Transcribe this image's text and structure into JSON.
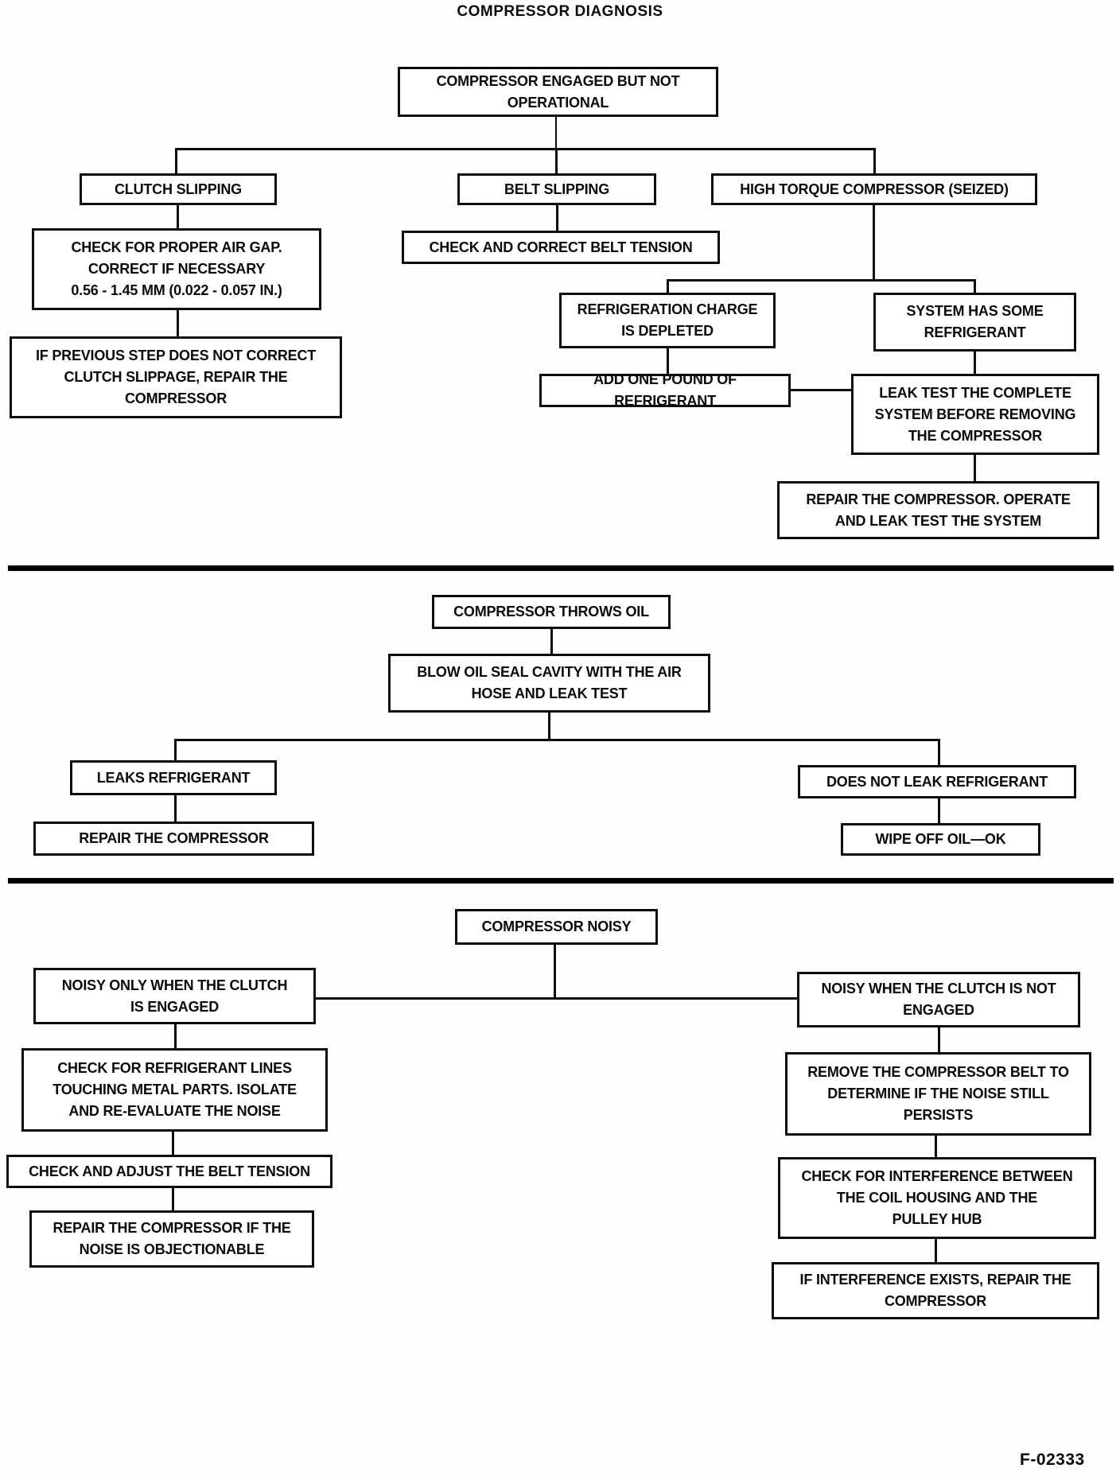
{
  "page_title": "COMPRESSOR DIAGNOSIS",
  "figure_label": "F-02333",
  "sections": [
    {
      "name": "compressor engaged but not operational",
      "nodes": {
        "engaged": "COMPRESSOR ENGAGED BUT NOT\nOPERATIONAL",
        "clutch_slipping": "CLUTCH SLIPPING",
        "check_air_gap": "CHECK FOR PROPER AIR GAP.\nCORRECT IF NECESSARY\n0.56 - 1.45 MM (0.022 - 0.057 IN.)",
        "if_previous_step": "IF PREVIOUS STEP DOES NOT CORRECT\nCLUTCH SLIPPAGE, REPAIR THE\nCOMPRESSOR",
        "belt_slipping": "BELT SLIPPING",
        "check_correct_belt_tension": "CHECK AND CORRECT BELT TENSION",
        "high_torque": "HIGH TORQUE COMPRESSOR (SEIZED)",
        "charge_depleted": "REFRIGERATION CHARGE\nIS DEPLETED",
        "add_one_pound": "ADD ONE POUND OF REFRIGERANT",
        "system_has_refrigerant": "SYSTEM HAS SOME\nREFRIGERANT",
        "leak_test_complete": "LEAK TEST THE COMPLETE\nSYSTEM BEFORE REMOVING\nTHE COMPRESSOR",
        "repair_operate_leak_test": "REPAIR THE COMPRESSOR. OPERATE\nAND LEAK TEST THE SYSTEM"
      },
      "edges": [
        [
          "engaged",
          "clutch_slipping"
        ],
        [
          "engaged",
          "belt_slipping"
        ],
        [
          "engaged",
          "high_torque"
        ],
        [
          "clutch_slipping",
          "check_air_gap"
        ],
        [
          "check_air_gap",
          "if_previous_step"
        ],
        [
          "belt_slipping",
          "check_correct_belt_tension"
        ],
        [
          "high_torque",
          "charge_depleted"
        ],
        [
          "high_torque",
          "system_has_refrigerant"
        ],
        [
          "charge_depleted",
          "add_one_pound"
        ],
        [
          "add_one_pound",
          "leak_test_complete"
        ],
        [
          "system_has_refrigerant",
          "leak_test_complete"
        ],
        [
          "leak_test_complete",
          "repair_operate_leak_test"
        ]
      ]
    },
    {
      "name": "compressor throws oil",
      "nodes": {
        "throws_oil": "COMPRESSOR THROWS OIL",
        "blow_oil_seal": "BLOW OIL SEAL CAVITY WITH THE AIR\nHOSE AND LEAK TEST",
        "leaks_refrigerant": "LEAKS REFRIGERANT",
        "repair_the_compressor": "REPAIR THE COMPRESSOR",
        "does_not_leak": "DOES NOT LEAK REFRIGERANT",
        "wipe_off_oil": "WIPE OFF OIL—OK"
      },
      "edges": [
        [
          "throws_oil",
          "blow_oil_seal"
        ],
        [
          "blow_oil_seal",
          "leaks_refrigerant"
        ],
        [
          "blow_oil_seal",
          "does_not_leak"
        ],
        [
          "leaks_refrigerant",
          "repair_the_compressor"
        ],
        [
          "does_not_leak",
          "wipe_off_oil"
        ]
      ]
    },
    {
      "name": "compressor noisy",
      "nodes": {
        "noisy": "COMPRESSOR NOISY",
        "noisy_clutch_engaged": "NOISY ONLY WHEN THE CLUTCH\nIS ENGAGED",
        "check_refrigerant_lines": "CHECK FOR REFRIGERANT LINES\nTOUCHING METAL PARTS. ISOLATE\nAND RE-EVALUATE THE NOISE",
        "check_adjust_belt": "CHECK AND ADJUST THE BELT TENSION",
        "repair_if_objectionable": "REPAIR THE COMPRESSOR IF THE\nNOISE IS OBJECTIONABLE",
        "noisy_clutch_not_engaged": "NOISY WHEN THE CLUTCH IS NOT\nENGAGED",
        "remove_belt": "REMOVE THE COMPRESSOR BELT TO\nDETERMINE IF THE NOISE STILL\nPERSISTS",
        "check_interference": "CHECK FOR INTERFERENCE BETWEEN\nTHE COIL HOUSING AND THE\nPULLEY HUB",
        "if_interference": "IF INTERFERENCE EXISTS, REPAIR THE\nCOMPRESSOR"
      },
      "edges": [
        [
          "noisy",
          "noisy_clutch_engaged"
        ],
        [
          "noisy",
          "noisy_clutch_not_engaged"
        ],
        [
          "noisy_clutch_engaged",
          "check_refrigerant_lines"
        ],
        [
          "check_refrigerant_lines",
          "check_adjust_belt"
        ],
        [
          "check_adjust_belt",
          "repair_if_objectionable"
        ],
        [
          "noisy_clutch_not_engaged",
          "remove_belt"
        ],
        [
          "remove_belt",
          "check_interference"
        ],
        [
          "check_interference",
          "if_interference"
        ]
      ]
    }
  ]
}
